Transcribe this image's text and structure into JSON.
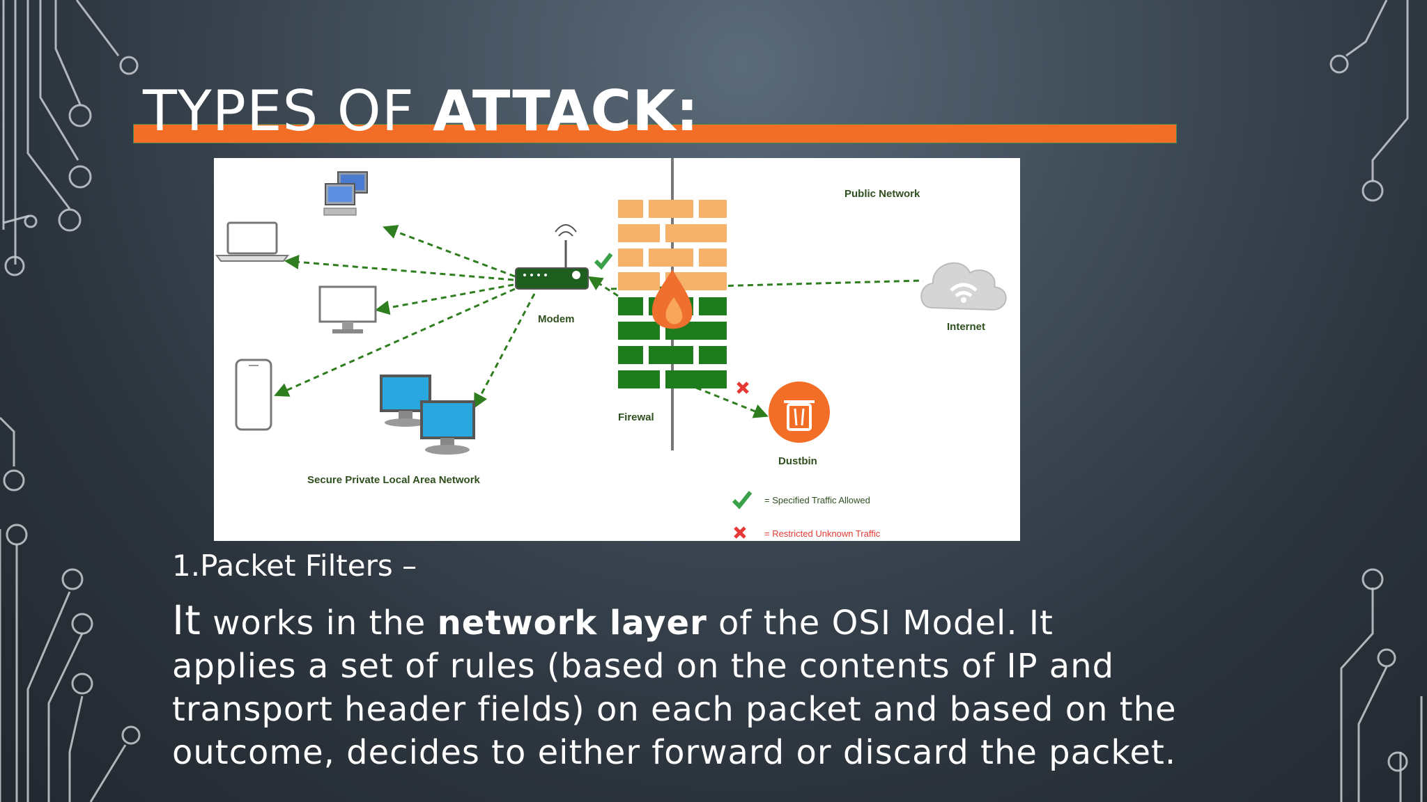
{
  "slide": {
    "title_part1": "TYPES OF ",
    "title_part2": "ATTACK:",
    "subheading": "1.Packet Filters –",
    "body": {
      "lead": "It",
      "text1": " works in the ",
      "bold": "network layer",
      "text2": " of the OSI Model. It applies a set of rules (based on the contents of IP and transport header fields) on each packet and based on the outcome, decides to either forward or discard the packet."
    }
  },
  "diagram": {
    "labels": {
      "public_network": "Public Network",
      "modem": "Modem",
      "internet": "Internet",
      "firewall": "Firewal",
      "dustbin": "Dustbin",
      "lan": "Secure Private Local Area Network"
    },
    "legend": {
      "allowed": "= Specified Traffic Allowed",
      "restricted": "= Restricted Unknown Traffic"
    }
  },
  "colors": {
    "accent_bar": "#f26d26",
    "firewall_orange": "#f6b26b",
    "firewall_green": "#1e7b1e",
    "arrow_green": "#2e7d1e",
    "dustbin": "#f26d26",
    "reject_red": "#e53935"
  }
}
